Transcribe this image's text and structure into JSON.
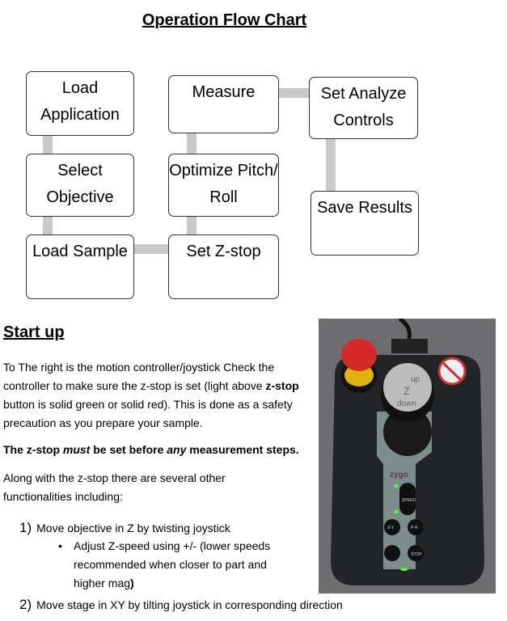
{
  "title": "Operation Flow Chart",
  "flow": {
    "load_application": "Load Application",
    "select_objective": "Select Objective",
    "load_sample": "Load Sample",
    "measure": "Measure",
    "optimize": "Optimize Pitch/ Roll",
    "set_zstop": "Set Z-stop",
    "set_analyze": "Set Analyze Controls",
    "save_results": "Save Results"
  },
  "section": {
    "heading": "Start up",
    "p1_a": "To The right is the motion controller/joystick Check the controller to make sure the z-stop is set (light above ",
    "p1_b": "z-stop",
    "p1_c": " button is solid green or solid red). This is done as a safety precaution as you prepare your sample.",
    "p2_a": "The z-stop ",
    "p2_b": "must",
    "p2_c": " be set before ",
    "p2_d": "any",
    "p2_e": " measurement steps.",
    "p3": "Along with the z-stop there are several other functionalities including:",
    "item1_num": "1)",
    "item1": "Move objective in Z by twisting joystick",
    "bullet_a": "Adjust Z-speed using +/- (lower speeds recommended when closer to part and higher mag",
    "bullet_b": ")",
    "item2_num": "2)",
    "item2": "Move stage in XY by tilting joystick in corresponding direction"
  },
  "photo": {
    "brand": "zygo",
    "knob_up": "up",
    "knob_z": "Z",
    "knob_down": "down",
    "speed": "SPEED",
    "xy": "X-Y",
    "pr": "P-R",
    "zstop": "STOP"
  }
}
